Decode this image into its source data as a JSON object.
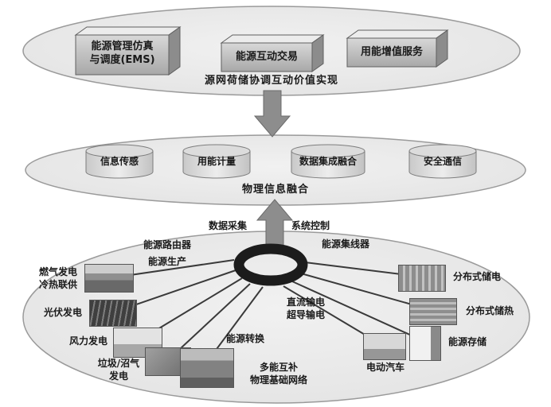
{
  "value_layer": {
    "caption": "源网荷储协调互动价值实现",
    "boxes": [
      {
        "label": "能源管理仿真\n与调度(EMS)"
      },
      {
        "label": "能源互动交易"
      },
      {
        "label": "用能增值服务"
      }
    ]
  },
  "info_layer": {
    "caption": "物理信息融合",
    "cylinders": [
      {
        "label": "信息传感"
      },
      {
        "label": "用能计量"
      },
      {
        "label": "数据集成融合"
      },
      {
        "label": "安全通信"
      }
    ]
  },
  "physical_layer": {
    "data_collection": "数据采集",
    "system_control": "系统控制",
    "energy_router": "能源路由器",
    "energy_production": "能源生产",
    "energy_hub": "能源集线器",
    "gas_chp": "燃气发电\n冷热联供",
    "pv": "光伏发电",
    "wind": "风力发电",
    "waste_biogas": "垃圾/沼气\n发电",
    "energy_conversion": "能源转换",
    "dc_superconducting": "直流输电\n超导输电",
    "multi_energy_network": "多能互补\n物理基础网络",
    "ev": "电动汽车",
    "energy_storage": "能源存储",
    "distributed_heat": "分布式储热",
    "distributed_elec": "分布式储电"
  },
  "colors": {
    "ellipse_fill": "#e6e6e6",
    "ellipse_border": "#9a9a9a",
    "arrow": "#8d8d8d",
    "ring": "#1c1c1c",
    "text": "#1a1a1a"
  }
}
